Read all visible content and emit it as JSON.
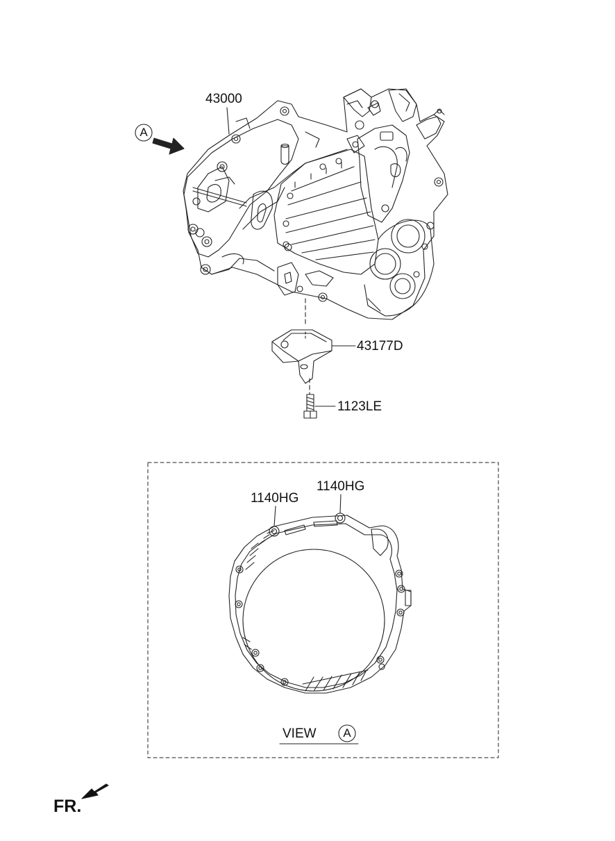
{
  "parts": {
    "transaxle": "43000",
    "bracket": "43177D",
    "bolt": "1123LE",
    "bolt_hg_left": "1140HG",
    "bolt_hg_right": "1140HG"
  },
  "view_marker": {
    "letter": "A"
  },
  "view_caption": {
    "word": "VIEW",
    "letter": "A"
  },
  "orientation": {
    "label": "FR."
  }
}
